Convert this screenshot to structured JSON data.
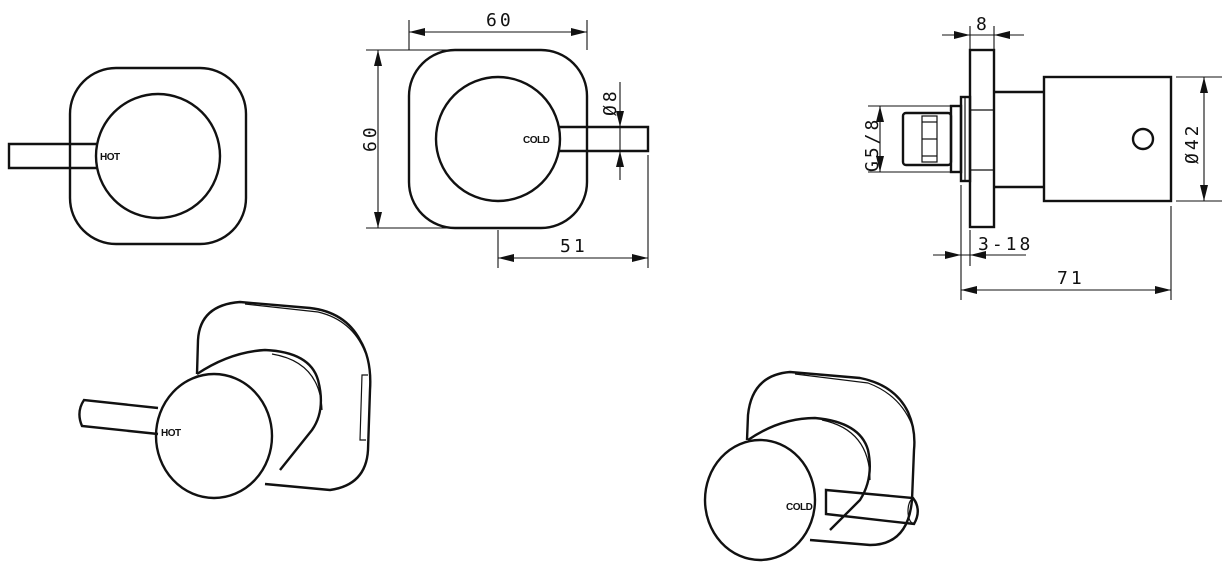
{
  "drawing": {
    "views": [
      {
        "name": "front-view-hot",
        "handle_label": "HOT"
      },
      {
        "name": "front-view-cold-dimensioned",
        "handle_label": "COLD"
      },
      {
        "name": "side-view-dimensioned"
      },
      {
        "name": "isometric-view-hot",
        "handle_label": "HOT"
      },
      {
        "name": "isometric-view-cold",
        "handle_label": "COLD"
      }
    ],
    "labels": {
      "hot": "HOT",
      "cold": "COLD"
    },
    "dimensions": {
      "plate_width": "60",
      "plate_height": "60",
      "handle_diameter": "Ø8",
      "handle_reach": "51",
      "plate_thickness": "8",
      "thread_size": "G5/8",
      "knob_diameter": "Ø42",
      "wall_adjustment": "3-18",
      "overall_depth": "71"
    }
  }
}
